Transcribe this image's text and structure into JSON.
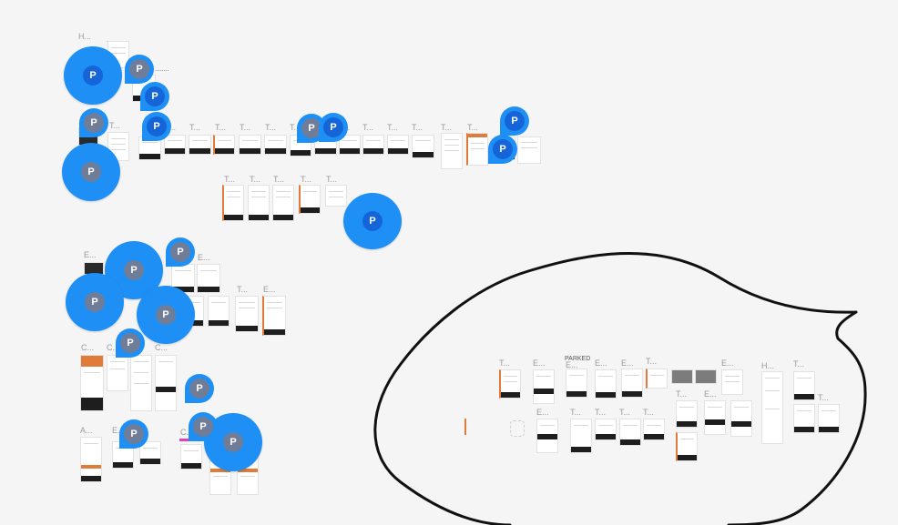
{
  "pin_letter": "P",
  "labels": {
    "g1_title": "H...",
    "g1_sub": "..........",
    "g1_sub2": "........",
    "row1": [
      "T...",
      "T...",
      "T...",
      "T...",
      "T...",
      "T...",
      "T...",
      "T...",
      "T...",
      "T...",
      "T...",
      "T...",
      "T...",
      "T...",
      "T..."
    ],
    "row2": [
      "T...",
      "T...",
      "T...",
      "T...",
      "T...",
      "T..."
    ],
    "e1": "E...",
    "e2": "E...",
    "row3": [
      "T...",
      "E..."
    ],
    "c1": "C...",
    "c2": "C...",
    "c3": "C...",
    "a1": "A...",
    "e3": "E...",
    "c4": "C...",
    "parked": "PARKED",
    "right_row1": [
      "T...",
      "E...",
      "E...",
      "E...",
      "E...",
      "T...",
      "E...",
      "H...",
      "T..."
    ],
    "right_row2": [
      "E...",
      "T...",
      "T...",
      "T...",
      "T...",
      "T...",
      "E...",
      "T..."
    ]
  },
  "colors": {
    "pin": "#1e8ff5",
    "pin_inner": "#1565d8",
    "accent": "#e07b39",
    "canvas": "#f5f5f5"
  }
}
